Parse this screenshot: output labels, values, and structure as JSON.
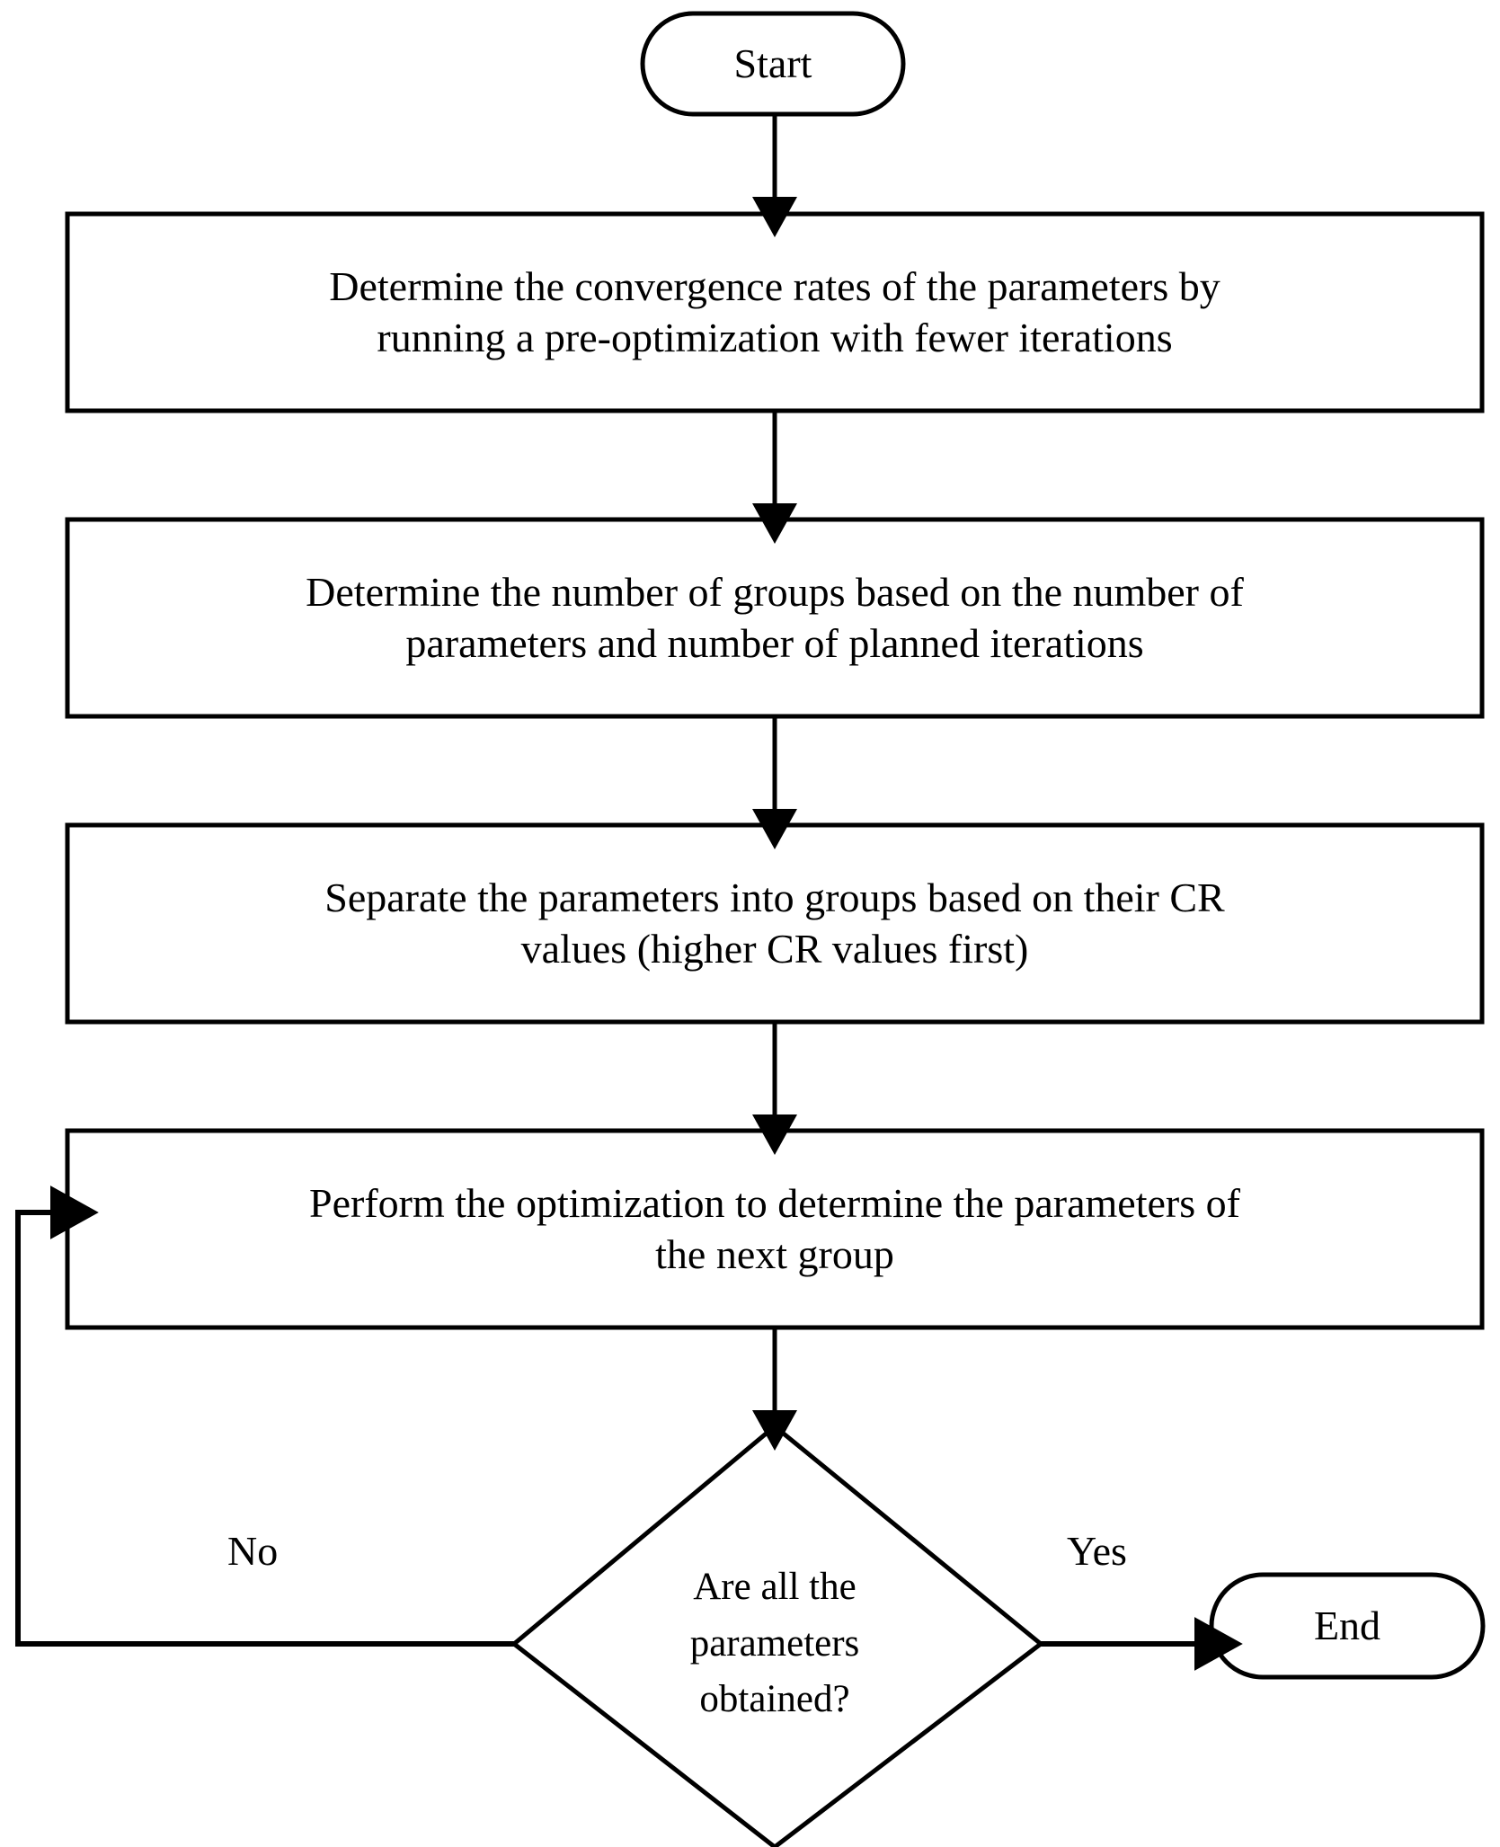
{
  "diagram": {
    "title": "Parameter grouping optimization flowchart",
    "type": "flowchart",
    "background_color": "#ffffff",
    "line_color": "#000000",
    "text_color": "#000000"
  },
  "nodes": {
    "start": {
      "shape": "terminator",
      "label": "Start"
    },
    "step1": {
      "shape": "process",
      "label": "Determine the convergence rates of the parameters by running a pre-optimization with fewer iterations",
      "line1": "Determine the convergence rates of the parameters by",
      "line2": "running a pre-optimization with fewer iterations"
    },
    "step2": {
      "shape": "process",
      "label": "Determine the number of groups based on the number of parameters and number of planned iterations",
      "line1": "Determine the number of groups based on the number of",
      "line2": "parameters and number of planned iterations"
    },
    "step3": {
      "shape": "process",
      "label": "Separate the parameters into groups based on their CR values (higher CR values first)",
      "line1": "Separate the parameters into groups based on their CR",
      "line2": "values (higher CR values first)"
    },
    "step4": {
      "shape": "process",
      "label": "Perform the optimization to determine the parameters of the next group",
      "line1": "Perform the optimization to determine the parameters of",
      "line2": "the next group"
    },
    "decision": {
      "shape": "diamond",
      "label": "Are all the parameters obtained?",
      "line1": "Are all the",
      "line2": "parameters",
      "line3": "obtained?"
    },
    "end": {
      "shape": "terminator",
      "label": "End"
    }
  },
  "edges": {
    "start_to_step1": {
      "label": ""
    },
    "step1_to_step2": {
      "label": ""
    },
    "step2_to_step3": {
      "label": ""
    },
    "step3_to_step4": {
      "label": ""
    },
    "step4_to_decision": {
      "label": ""
    },
    "decision_no": {
      "label": "No"
    },
    "decision_yes": {
      "label": "Yes"
    }
  }
}
